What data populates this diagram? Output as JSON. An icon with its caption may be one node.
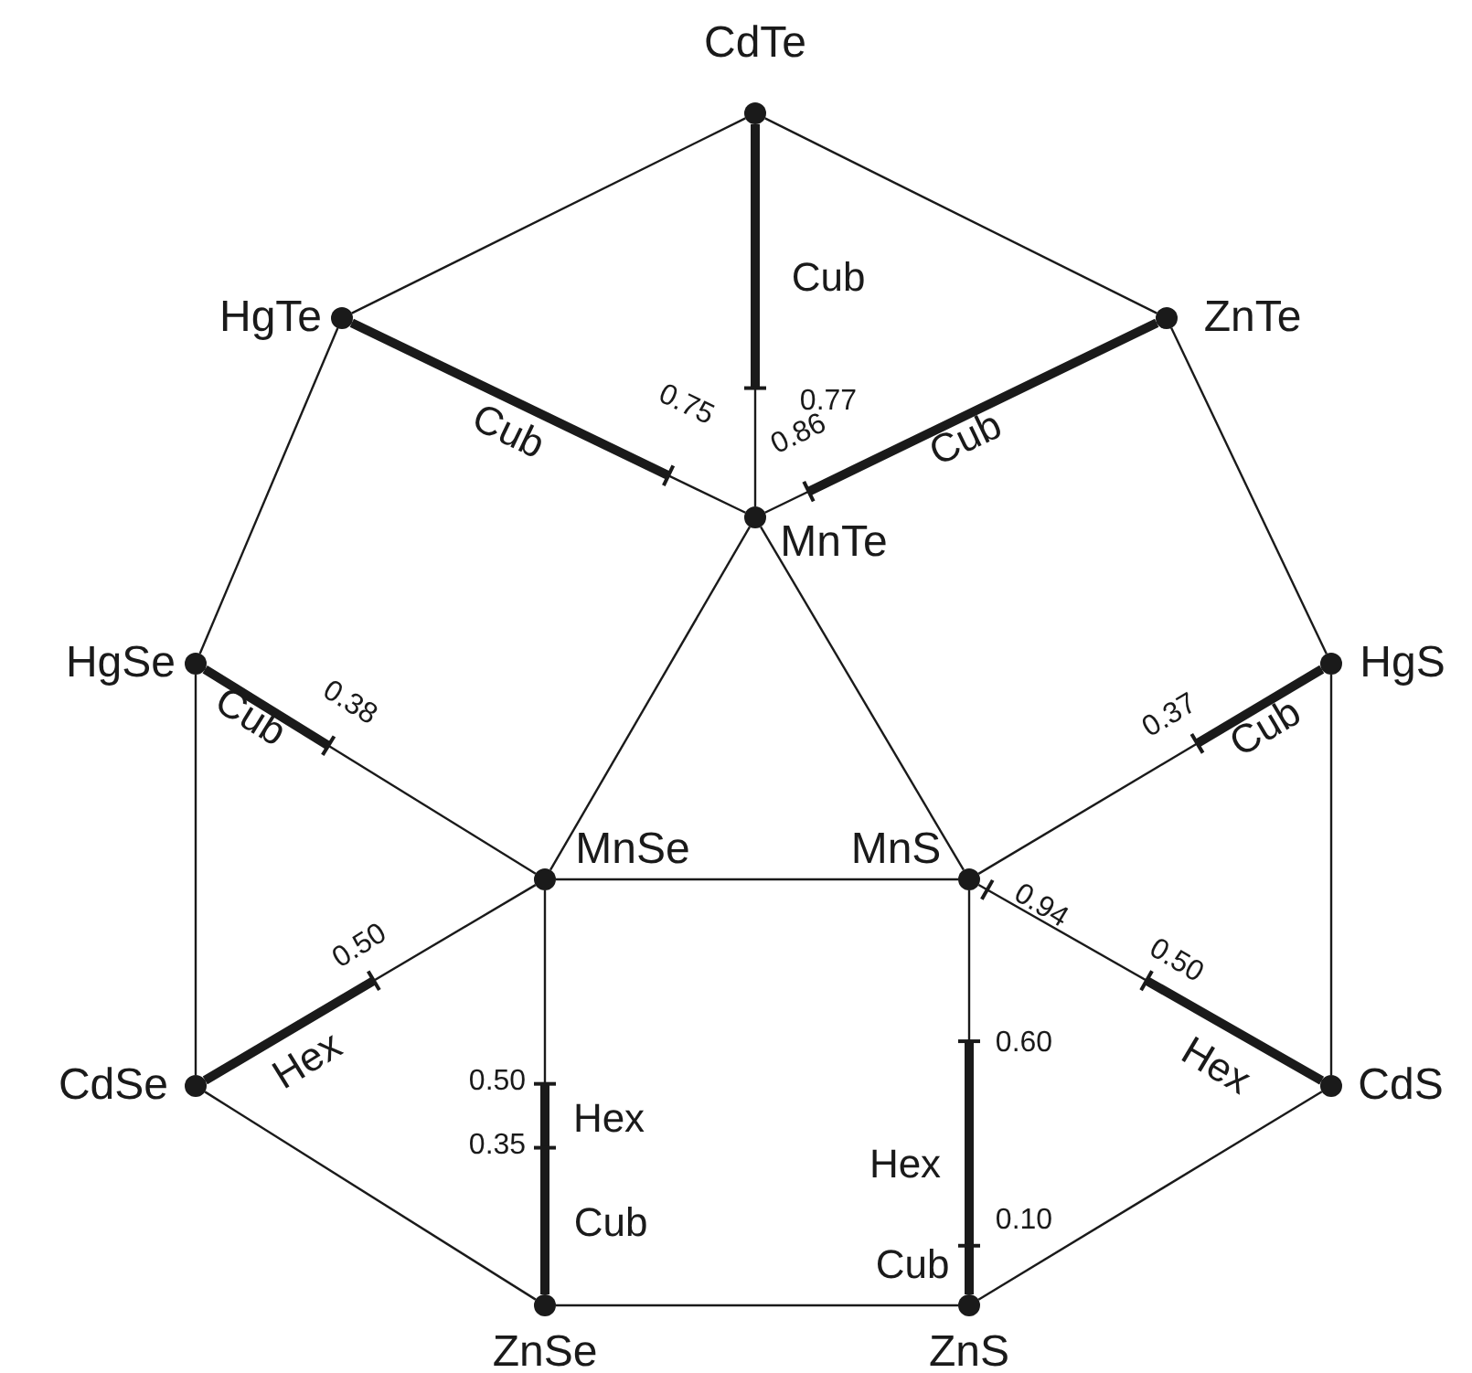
{
  "diagram": {
    "nodes": [
      {
        "text": [],
        "shape": "circle",
        "beside": [
          "CdTe"
        ]
      },
      {
        "text": [],
        "shape": "circle",
        "beside": [
          "HgTe"
        ]
      },
      {
        "text": [],
        "shape": "circle",
        "beside": [
          "ZnTe"
        ]
      },
      {
        "text": [],
        "shape": "circle",
        "beside": [
          "MnTe"
        ]
      },
      {
        "text": [],
        "shape": "circle",
        "beside": [
          "HgSe"
        ]
      },
      {
        "text": [],
        "shape": "circle",
        "beside": [
          "HgS"
        ]
      },
      {
        "text": [],
        "shape": "circle",
        "beside": [
          "MnSe"
        ]
      },
      {
        "text": [],
        "shape": "circle",
        "beside": [
          "MnS"
        ]
      },
      {
        "text": [],
        "shape": "circle",
        "beside": [
          "CdSe"
        ]
      },
      {
        "text": [],
        "shape": "circle",
        "beside": [
          "CdS"
        ]
      },
      {
        "text": [],
        "shape": "circle",
        "beside": [
          "ZnSe"
        ]
      },
      {
        "text": [],
        "shape": "circle",
        "beside": [
          "ZnS"
        ]
      }
    ],
    "edges": [
      {
        "from": 0,
        "to": 1,
        "arrow": "none"
      },
      {
        "from": 0,
        "to": 2,
        "arrow": "none"
      },
      {
        "from": 0,
        "to": 3,
        "arrow": "none",
        "label": "Cub"
      },
      {
        "from": 1,
        "to": 3,
        "arrow": "none",
        "label": "Cub"
      },
      {
        "from": 2,
        "to": 3,
        "arrow": "none",
        "label": "Cub"
      },
      {
        "from": 1,
        "to": 4,
        "arrow": "none"
      },
      {
        "from": 2,
        "to": 5,
        "arrow": "none"
      },
      {
        "from": 3,
        "to": 6,
        "arrow": "none"
      },
      {
        "from": 3,
        "to": 7,
        "arrow": "none"
      },
      {
        "from": 4,
        "to": 6,
        "arrow": "none",
        "label": "Cub"
      },
      {
        "from": 5,
        "to": 7,
        "arrow": "none",
        "label": "Cub"
      },
      {
        "from": 6,
        "to": 7,
        "arrow": "none"
      },
      {
        "from": 4,
        "to": 8,
        "arrow": "none"
      },
      {
        "from": 5,
        "to": 9,
        "arrow": "none"
      },
      {
        "from": 8,
        "to": 6,
        "arrow": "none",
        "label": "Hex"
      },
      {
        "from": 9,
        "to": 7,
        "arrow": "none",
        "label": "Hex"
      },
      {
        "from": 10,
        "to": 6,
        "arrow": "none"
      },
      {
        "from": 11,
        "to": 7,
        "arrow": "none"
      },
      {
        "from": 8,
        "to": 10,
        "arrow": "none"
      },
      {
        "from": 9,
        "to": 11,
        "arrow": "none"
      },
      {
        "from": 10,
        "to": 11,
        "arrow": "none"
      }
    ],
    "labels": [
      "0.77",
      "0.75",
      "0.86",
      "0.38",
      "0.37",
      "0.50",
      "0.94",
      "0.50",
      "0.50",
      "0.35",
      "Hex",
      "Cub",
      "0.60",
      "Hex",
      "0.10",
      "Cub"
    ]
  }
}
